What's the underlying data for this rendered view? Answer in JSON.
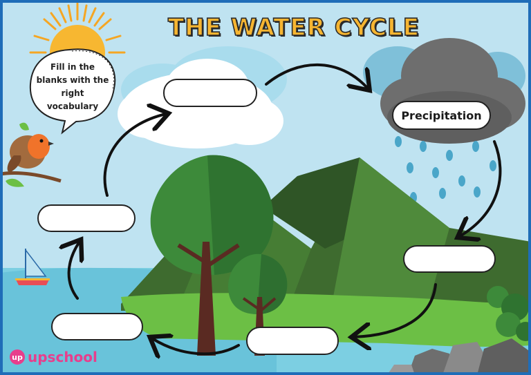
{
  "title": "THE WATER CYCLE",
  "instruction": "Fill in the blanks with the right vocabulary",
  "labels": {
    "precipitation": "Precipitation"
  },
  "blanks": [
    "",
    "",
    "",
    "",
    "",
    ""
  ],
  "brand": {
    "mark": "up",
    "name": "upschool"
  },
  "colors": {
    "sky": "#bfe3f1",
    "title_fill": "#f6b531",
    "border": "#1f6db8",
    "brand": "#e83e8c",
    "arrow": "#111111"
  }
}
